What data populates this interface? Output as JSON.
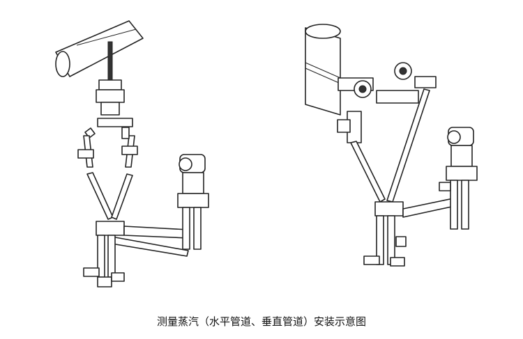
{
  "caption": "测量蒸汽（水平管道、垂直管道）安装示意图",
  "figures": [
    "horizontal-pipe-installation",
    "vertical-pipe-installation"
  ]
}
